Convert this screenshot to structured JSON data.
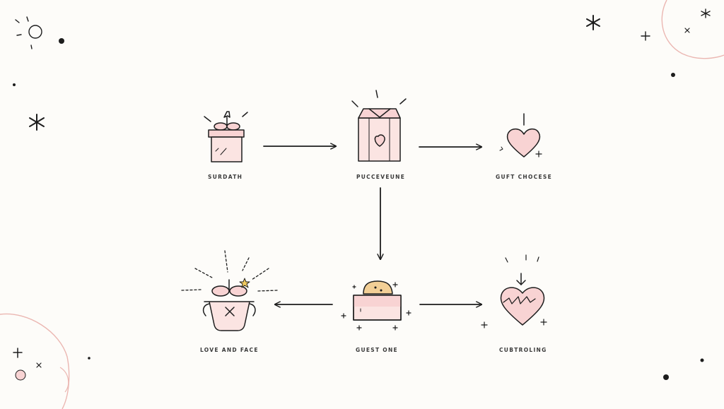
{
  "nodes": [
    {
      "id": "gift",
      "label": "SURDATH"
    },
    {
      "id": "box",
      "label": "PUCCEVEUNE"
    },
    {
      "id": "heart",
      "label": "GUFT CHOCESE"
    },
    {
      "id": "planter",
      "label": "LOVE AND FACE"
    },
    {
      "id": "cake",
      "label": "GUEST ONE"
    },
    {
      "id": "broken",
      "label": "CUBTROLING"
    }
  ],
  "edges": [
    {
      "from": "gift",
      "to": "box"
    },
    {
      "from": "box",
      "to": "heart"
    },
    {
      "from": "box",
      "to": "cake"
    },
    {
      "from": "cake",
      "to": "planter"
    },
    {
      "from": "cake",
      "to": "broken"
    }
  ],
  "colors": {
    "stroke": "#1d1d1d",
    "pink_fill": "#f8d3d3",
    "pink_light": "#fbe4e2",
    "blob_line": "#ebb7b2",
    "bun": "#f2cf96",
    "star": "#f0c95f",
    "background": "#fdfcf9"
  },
  "icons": [
    "gift-box-icon",
    "tall-gift-box-icon",
    "heart-icon",
    "flower-pot-icon",
    "cake-box-icon",
    "broken-heart-icon"
  ]
}
